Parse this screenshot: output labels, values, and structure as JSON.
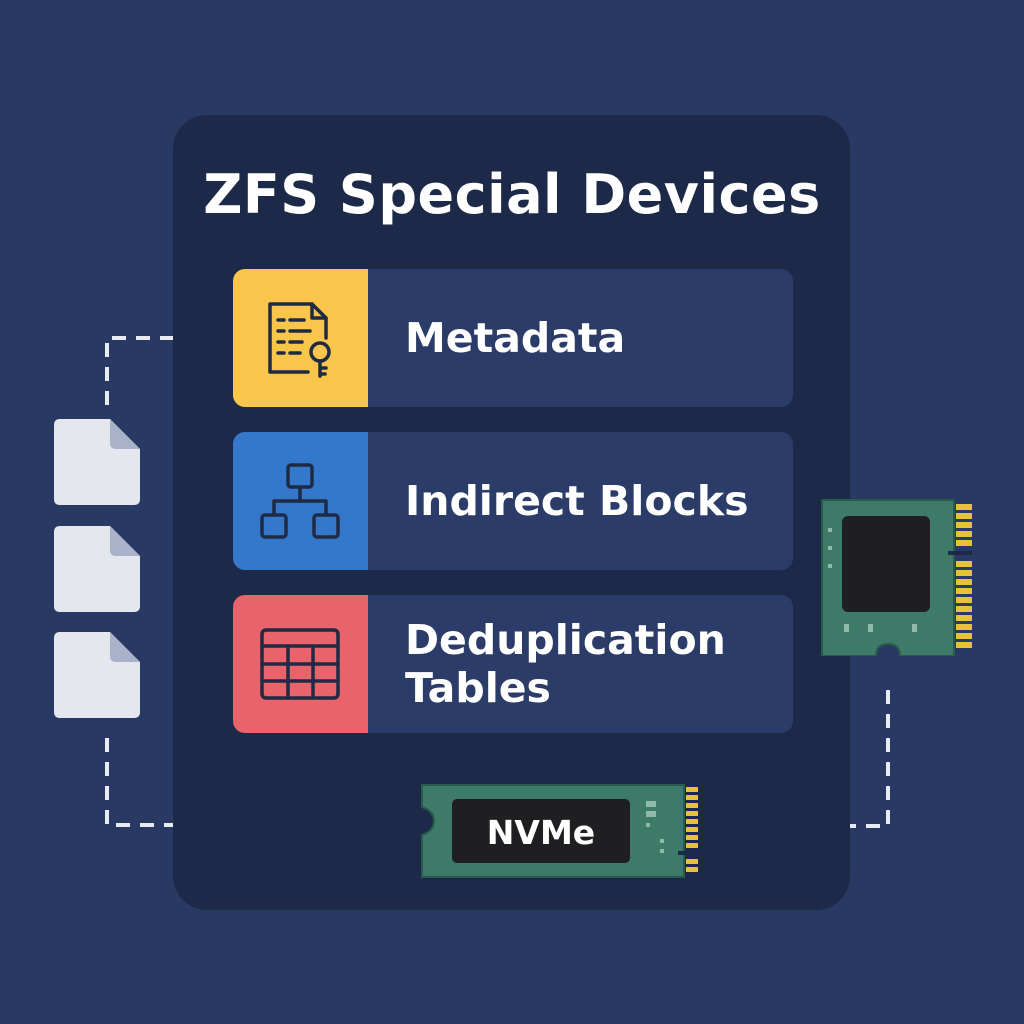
{
  "diagram": {
    "title": "ZFS Special Devices",
    "rows": [
      {
        "label": "Metadata",
        "icon": "document-key-icon",
        "color": "#f7c64a"
      },
      {
        "label": "Indirect Blocks",
        "icon": "hierarchy-tree-icon",
        "color": "#3478cc"
      },
      {
        "label": "Deduplication Tables",
        "icon": "table-grid-icon",
        "color": "#e9646a"
      }
    ],
    "files": [
      {
        "icon": "file-icon"
      },
      {
        "icon": "file-icon"
      },
      {
        "icon": "file-icon"
      }
    ],
    "drives": {
      "nvme_label": "NVMe",
      "icons": [
        "m2-drive-icon",
        "nvme-drive-icon"
      ]
    }
  },
  "colors": {
    "background": "#283a64",
    "panel": "#1c2948",
    "row": "#2b3c68",
    "pcb": "#3d7a68",
    "gold": "#e6c23a",
    "chip": "#1f1f22",
    "file": "#e4e7ee",
    "connector": "#e8ebf1"
  }
}
